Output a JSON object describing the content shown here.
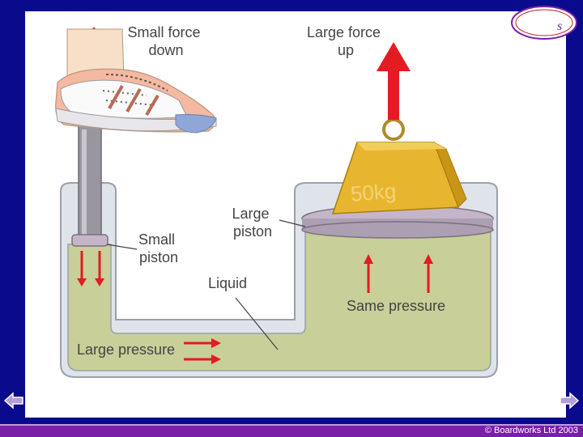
{
  "diagram": {
    "labels": {
      "small_force": [
        "Small force",
        "down"
      ],
      "large_force": [
        "Large force",
        "up"
      ],
      "weight": "50kg",
      "large_piston": [
        "Large",
        "piston"
      ],
      "small_piston": [
        "Small",
        "piston"
      ],
      "liquid": "Liquid",
      "same_pressure": "Same pressure",
      "large_pressure": "Large pressure"
    }
  },
  "footer": {
    "copyright": "© Boardworks Ltd 2003"
  },
  "logo": {
    "text": "s"
  },
  "colors": {
    "background": "#0a0a8c",
    "footer_bar": "#7a1fa8",
    "liquid": "#c8cf98",
    "arrow": "#e31b23",
    "weight": "#e8b62e",
    "piston": "#c4b6c8"
  },
  "icons": {
    "back": "arrow-left-icon",
    "forward": "arrow-right-icon"
  }
}
